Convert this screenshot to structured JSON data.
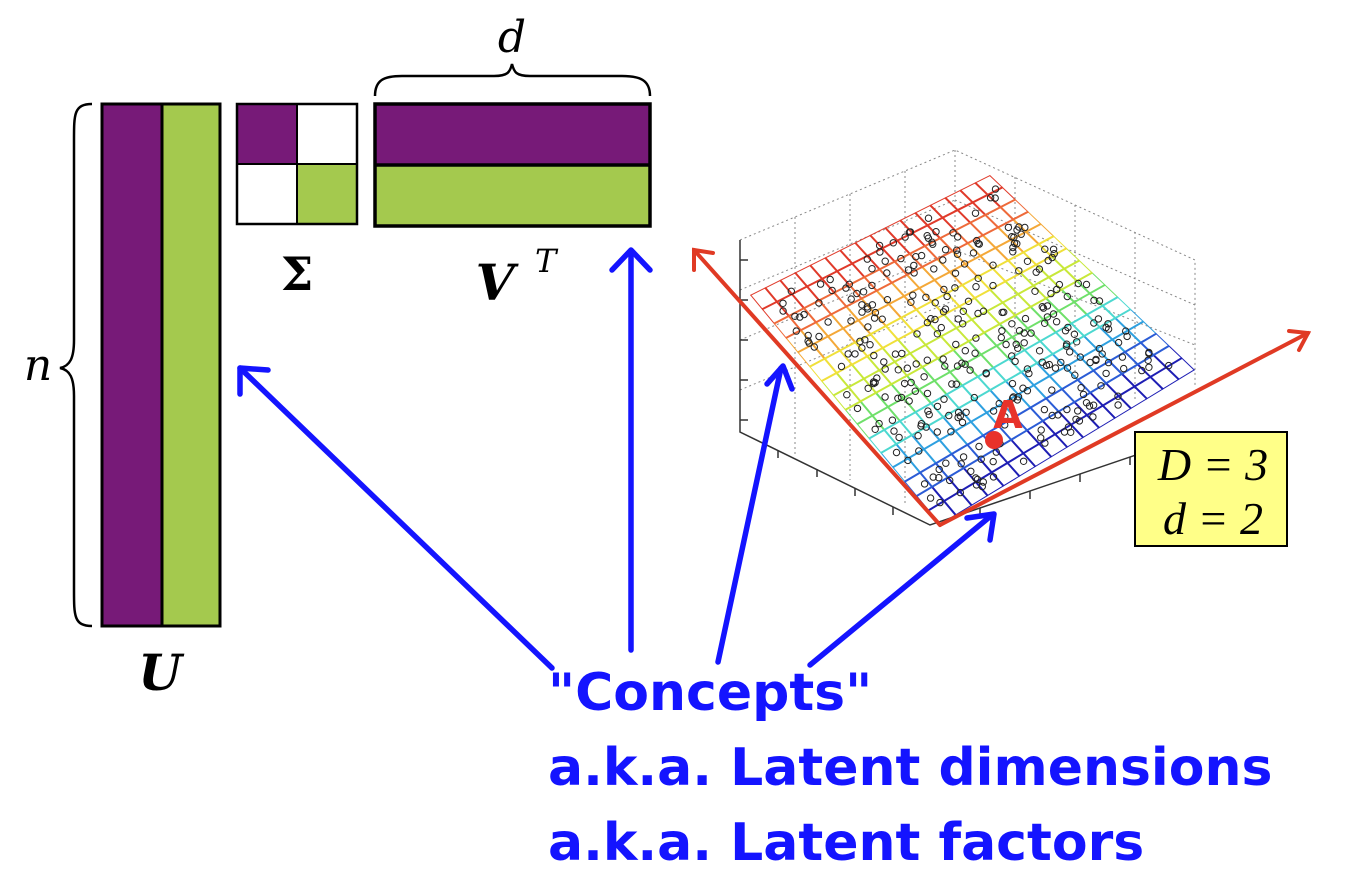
{
  "colors": {
    "purple": "#771a78",
    "green": "#a4c94e",
    "arrow_blue": "#1414ff",
    "axis_red": "#e03a24",
    "box_yellow": "#ffff88"
  },
  "matrix_labels": {
    "u": "U",
    "sigma": "Σ",
    "v_base": "V",
    "v_sup": "T",
    "n": "n",
    "d": "d"
  },
  "plot": {
    "point_label": "A",
    "box_line1": "D = 3",
    "box_line2": "d = 2"
  },
  "caption": {
    "line1": "\"Concepts\"",
    "line2": "a.k.a.  Latent dimensions",
    "line3": "a.k.a.  Latent factors"
  }
}
